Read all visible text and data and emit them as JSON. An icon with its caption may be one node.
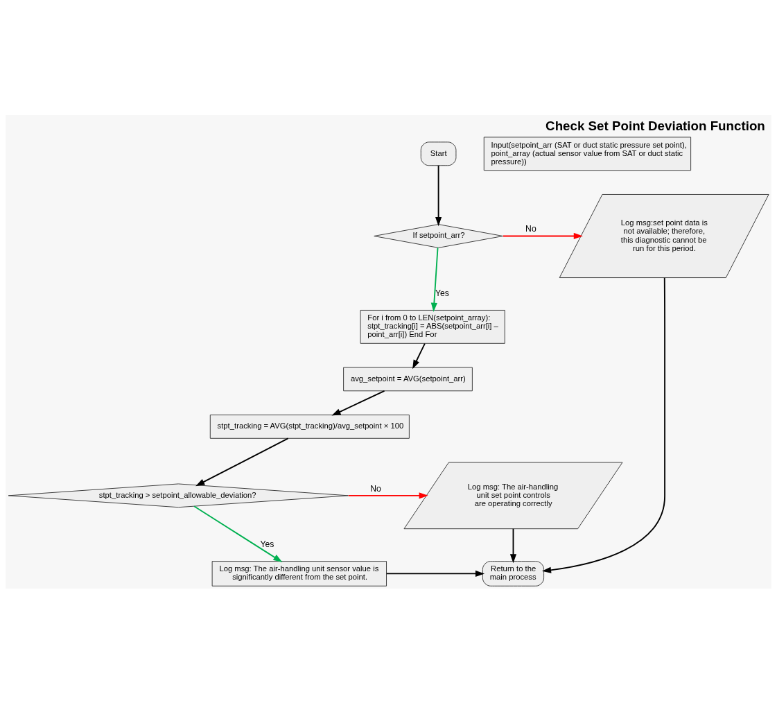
{
  "diagram": {
    "title": "Check Set Point Deviation Function",
    "nodes": [
      {
        "text": [
          "Start"
        ]
      },
      {
        "text": [
          "Input(setpoint_arr (SAT or duct static pressure set point), point_array (actual sensor value from SAT or duct static pressure))"
        ]
      },
      {
        "text": [
          "If setpoint_arr?"
        ]
      },
      {
        "text": [
          "Log msg:set point data is not available; therefore, this diagnostic cannot be run for this period."
        ]
      },
      {
        "text": [
          "For i from 0 to LEN(setpoint_array): stpt_tracking[i] = ABS(setpoint_arr[i] – point_arr[i]) End For"
        ]
      },
      {
        "text": [
          "avg_setpoint = AVG(setpoint_arr)"
        ]
      },
      {
        "text": [
          "stpt_tracking = AVG(stpt_tracking)/avg_setpoint × 100"
        ]
      },
      {
        "text": [
          "stpt_tracking > setpoint_allowable_deviation?"
        ]
      },
      {
        "text": [
          "Log msg: The air-handling unit set point controls are operating correctly"
        ]
      },
      {
        "text": [
          "Log msg: The air-handling unit sensor value is significantly different from the set point."
        ]
      },
      {
        "text": [
          "Return to the main process"
        ]
      }
    ],
    "edges": [
      {
        "from": 0,
        "to": 2,
        "arrow": "to"
      },
      {
        "from": 2,
        "to": 3,
        "arrow": "to",
        "label": "No",
        "color": "#ff0000"
      },
      {
        "from": 2,
        "to": 4,
        "arrow": "to",
        "label": "Yes",
        "color": "#00b050"
      },
      {
        "from": 4,
        "to": 5,
        "arrow": "to"
      },
      {
        "from": 5,
        "to": 6,
        "arrow": "to"
      },
      {
        "from": 6,
        "to": 7,
        "arrow": "to"
      },
      {
        "from": 7,
        "to": 8,
        "arrow": "to",
        "label": "No",
        "color": "#ff0000"
      },
      {
        "from": 7,
        "to": 9,
        "arrow": "to",
        "label": "Yes",
        "color": "#00b050"
      },
      {
        "from": 9,
        "to": 10,
        "arrow": "to"
      },
      {
        "from": 3,
        "to": 10,
        "arrow": "to"
      },
      {
        "from": 8,
        "to": 10,
        "arrow": "to"
      }
    ]
  }
}
